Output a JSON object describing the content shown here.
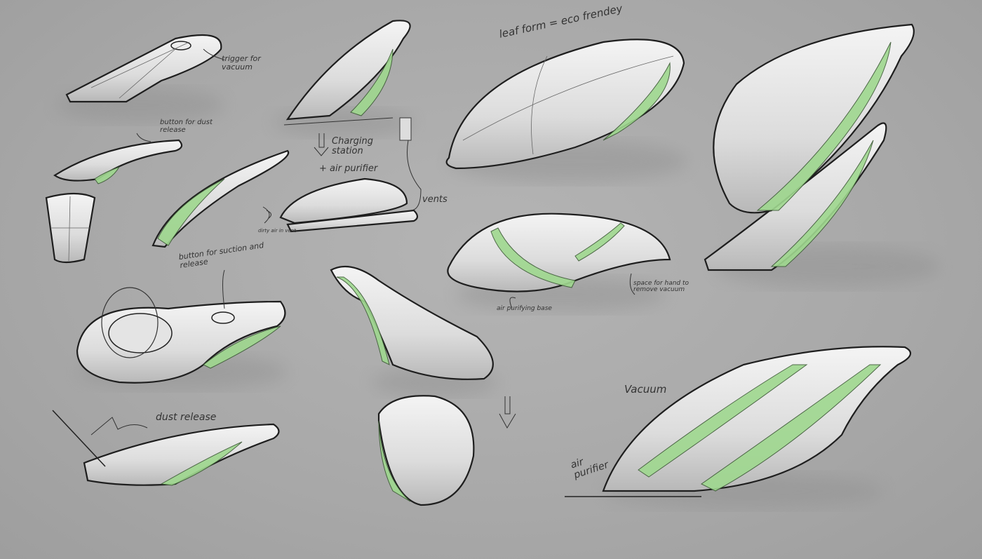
{
  "annotations": {
    "trigger": "trigger for vacuum",
    "dust_button": "button for dust release",
    "charging": "Charging station",
    "air_purifier_top": "+ air purifier",
    "vents": "vents",
    "dirty_air": "dirty air in vent",
    "leaf_form": "leaf form = eco frendey",
    "suction_button": "button for suction and release",
    "air_base": "air purifying base",
    "hand_space": "space for hand to remove vacuum",
    "dust_release": "dust release",
    "vacuum": "Vacuum",
    "air_purifier": "air purifier"
  },
  "colors": {
    "background": "#a9a9a9",
    "accent_green": "#9fd88f",
    "line": "#1e1e1e"
  }
}
